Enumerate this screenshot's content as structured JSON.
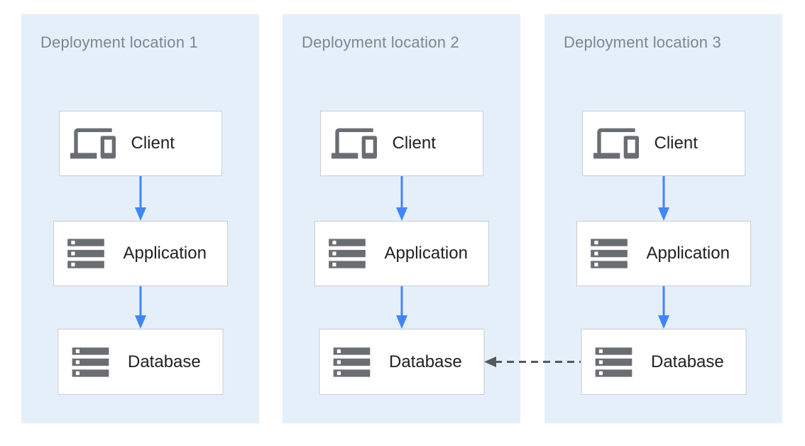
{
  "colors": {
    "panel_bg": "#E4EFFA",
    "box_bg": "#FFFFFF",
    "box_border": "#C9CDD2",
    "title_text": "#7F868D",
    "label_text": "#202124",
    "icon_gray": "#6A6E72",
    "arrow_blue": "#4285F4",
    "arrow_dashed": "#56595C"
  },
  "panels": [
    {
      "title": "Deployment location 1",
      "nodes": [
        {
          "label": "Client",
          "icon": "devices-icon"
        },
        {
          "label": "Application",
          "icon": "server-stack-icon"
        },
        {
          "label": "Database",
          "icon": "server-stack-icon"
        }
      ],
      "arrows": [
        {
          "from": "Client",
          "to": "Application",
          "style": "solid-blue"
        },
        {
          "from": "Application",
          "to": "Database",
          "style": "solid-blue"
        }
      ]
    },
    {
      "title": "Deployment location 2",
      "nodes": [
        {
          "label": "Client",
          "icon": "devices-icon"
        },
        {
          "label": "Application",
          "icon": "server-stack-icon"
        },
        {
          "label": "Database",
          "icon": "server-stack-icon"
        }
      ],
      "arrows": [
        {
          "from": "Client",
          "to": "Application",
          "style": "solid-blue"
        },
        {
          "from": "Application",
          "to": "Database",
          "style": "solid-blue"
        }
      ]
    },
    {
      "title": "Deployment location 3",
      "nodes": [
        {
          "label": "Client",
          "icon": "devices-icon"
        },
        {
          "label": "Application",
          "icon": "server-stack-icon"
        },
        {
          "label": "Database",
          "icon": "server-stack-icon"
        }
      ],
      "arrows": [
        {
          "from": "Client",
          "to": "Application",
          "style": "solid-blue"
        },
        {
          "from": "Application",
          "to": "Database",
          "style": "solid-blue"
        }
      ]
    }
  ],
  "cross_panel_arrow": {
    "from": "Database (Deployment location 3)",
    "to": "Database (Deployment location 2)",
    "style": "dashed-gray",
    "direction": "right-to-left"
  }
}
